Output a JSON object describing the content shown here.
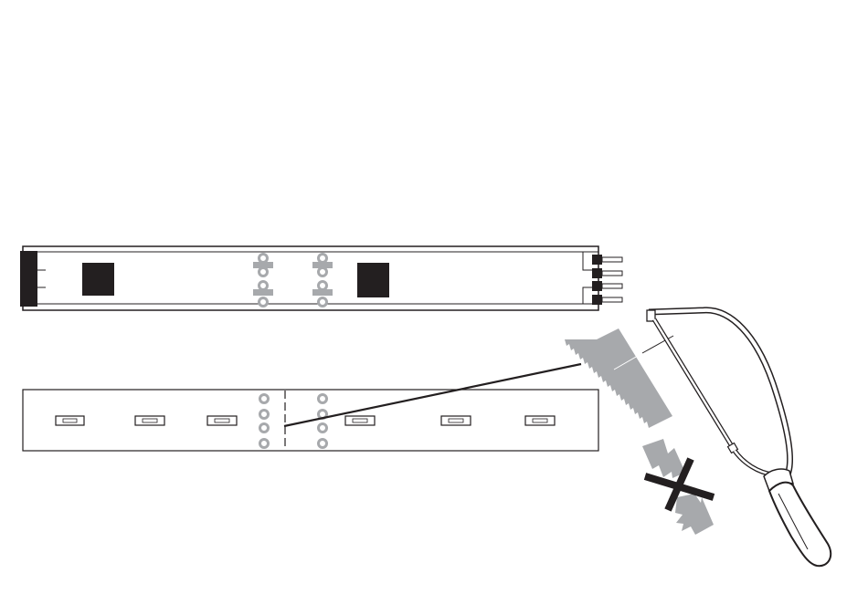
{
  "colors": {
    "ink": "#231f20",
    "pad": "#a7a9ac",
    "blade": "#a7a9ac",
    "background": "#ffffff"
  },
  "diagram": {
    "top_board": {
      "connector_pins": 4,
      "chips": 2,
      "pad_pairs_per_column": 2,
      "pad_columns": 2
    },
    "bottom_board": {
      "led_count": 6,
      "pad_rows": 4,
      "pad_columns": 2,
      "cut_line": "dashed"
    },
    "icons": [
      "hacksaw-icon",
      "saw-blade-closeup-icon",
      "wrong-break-cross-icon"
    ]
  }
}
